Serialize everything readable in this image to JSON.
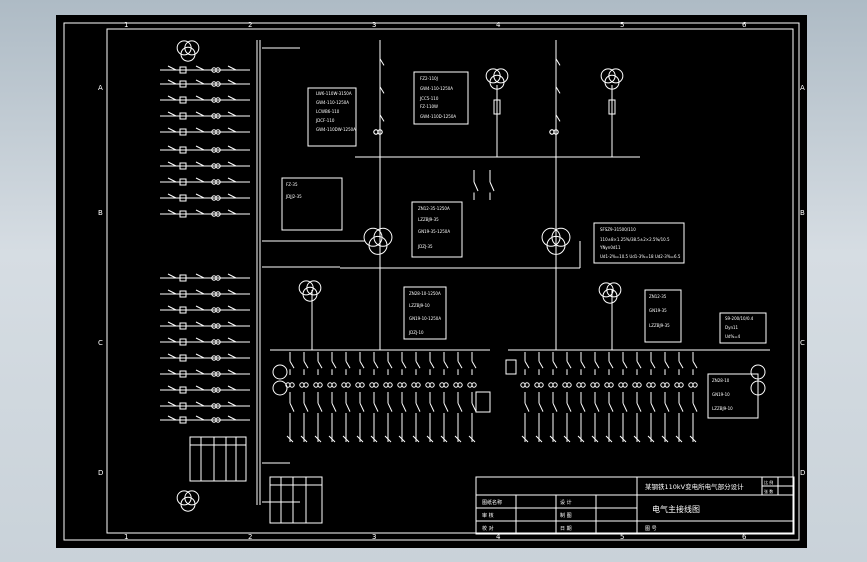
{
  "window": {
    "background": "#c4cfd6",
    "sheet_color": "#000000",
    "line_color": "#ffffff"
  },
  "border": {
    "top_numbers": [
      "1",
      "2",
      "3",
      "4",
      "5",
      "6"
    ],
    "bottom_numbers": [
      "1",
      "2",
      "3",
      "4",
      "5",
      "6"
    ],
    "side_letters": [
      "A",
      "B",
      "C",
      "D"
    ]
  },
  "title_block": {
    "project": "某钢铁110kV变电所电气部分设计",
    "drawing_name": "电气主接线图",
    "cell_1": "图纸名称",
    "cell_2": "设 计",
    "cell_3": "审 核",
    "cell_4": "校 对",
    "cell_5": "制 图",
    "cell_6": "日 期",
    "cell_7": "图 号",
    "corner_1": "比 例",
    "corner_2": "张 数"
  },
  "equipment_notes": [
    {
      "lines": [
        "LW6-110W-3150A",
        "GW4-110-1250A",
        "LCWB6-110",
        "JDCF-110",
        "GW4-110DW-1250A"
      ]
    },
    {
      "lines": [
        "FZ2-110J",
        "GW4-110-1250A",
        "JCC5-110",
        "FZ-110W",
        "GW4-110D-1250A"
      ]
    },
    {
      "lines": [
        "ZN12-35-1250A",
        "LZZBJ9-35",
        "GN19-35-1250A",
        "JDZJ-35"
      ]
    },
    {
      "lines": [
        "SFSZ9-31500/110",
        "110±8×1.25%/38.5±2×2.5%/10.5",
        "YNyn0d11",
        "Ud1-2%=10.5 Ud1-3%=18 Ud2-3%=6.5"
      ]
    },
    {
      "lines": [
        "ZN28-10-1250A",
        "LZZBJ9-10",
        "GN19-10-1250A",
        "JDZJ-10"
      ]
    },
    {
      "lines": [
        "S9-200/10/0.4",
        "Dyn11",
        "Ud%=4"
      ]
    },
    {
      "lines": [
        "ZN12-35",
        "GN19-35",
        "LZZBJ9-35"
      ]
    },
    {
      "lines": [
        "ZN28-10",
        "GN19-10",
        "LZZBJ9-10"
      ]
    },
    {
      "lines": [
        "FZ-35",
        "JDJJ2-35"
      ]
    }
  ]
}
